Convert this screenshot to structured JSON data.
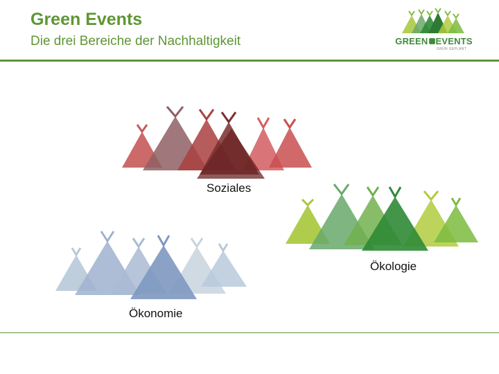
{
  "header": {
    "title": "Green Events",
    "subtitle": "Die drei Bereiche der Nachhaltigkeit"
  },
  "logo": {
    "left_word": "GREEN",
    "right_word": "EVENTS",
    "tagline": "GRÜN GEPLANT",
    "icon": "clover-icon"
  },
  "groups": [
    {
      "name": "soziales",
      "label": "Soziales",
      "colors": [
        "#c65a5a",
        "#8f5f63",
        "#a94040",
        "#7a2e2e",
        "#6a2323",
        "#d25d62",
        "#c94f50"
      ]
    },
    {
      "name": "oekologie",
      "label": "Ökologie",
      "colors": [
        "#a7c73a",
        "#68a86a",
        "#72b04f",
        "#2f8a35",
        "#b0cc3e",
        "#7dbb3f"
      ]
    },
    {
      "name": "oekonomie",
      "label": "Ökonomie",
      "colors": [
        "#b8c9d8",
        "#9fb1cf",
        "#aabbd4",
        "#7e98c0",
        "#c7d4de",
        "#b9c9da"
      ]
    }
  ]
}
